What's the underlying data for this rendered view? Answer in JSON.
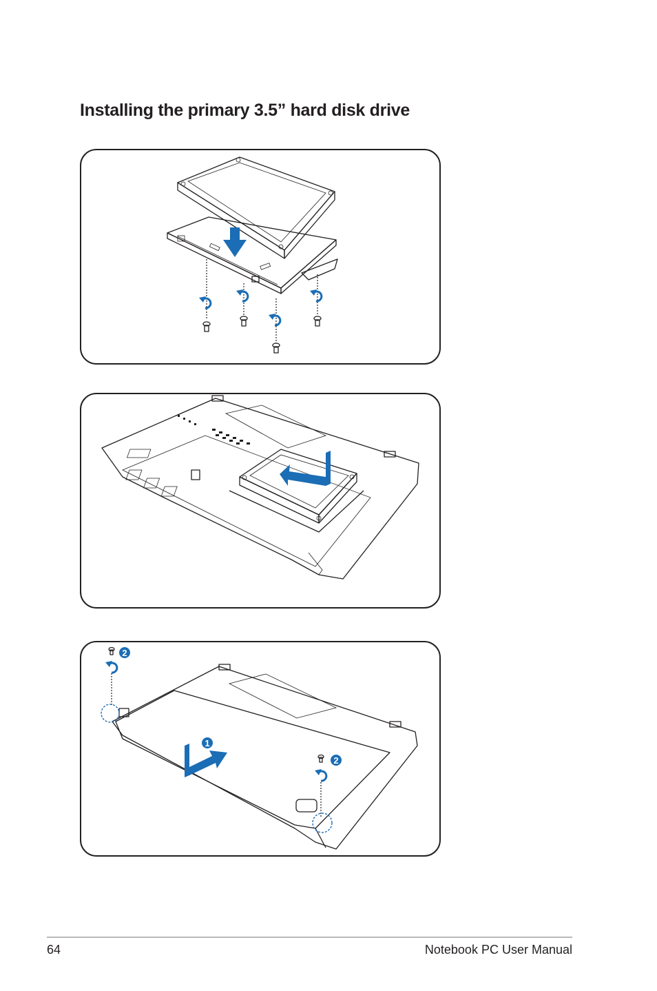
{
  "heading": "Installing the primary 3.5” hard disk drive",
  "footer": {
    "page_number": "64",
    "manual_title": "Notebook PC User Manual"
  },
  "figures": [
    {
      "name": "hdd-into-bracket",
      "icons": [
        "hard-disk-drive",
        "bracket",
        "down-arrow-icon",
        "screw-icon",
        "rotate-arrow-icon"
      ]
    },
    {
      "name": "hdd-into-bay",
      "icons": [
        "notebook-underside",
        "hard-disk-drive",
        "insert-arrow-icon"
      ]
    },
    {
      "name": "replace-cover",
      "steps": [
        "1",
        "2",
        "2"
      ],
      "icons": [
        "notebook-underside",
        "compartment-cover",
        "slide-arrow-icon",
        "screw-icon",
        "rotate-arrow-icon"
      ]
    }
  ],
  "colors": {
    "accent": "#1b6db5",
    "text": "#231f20",
    "rule": "#b8b8b8"
  }
}
